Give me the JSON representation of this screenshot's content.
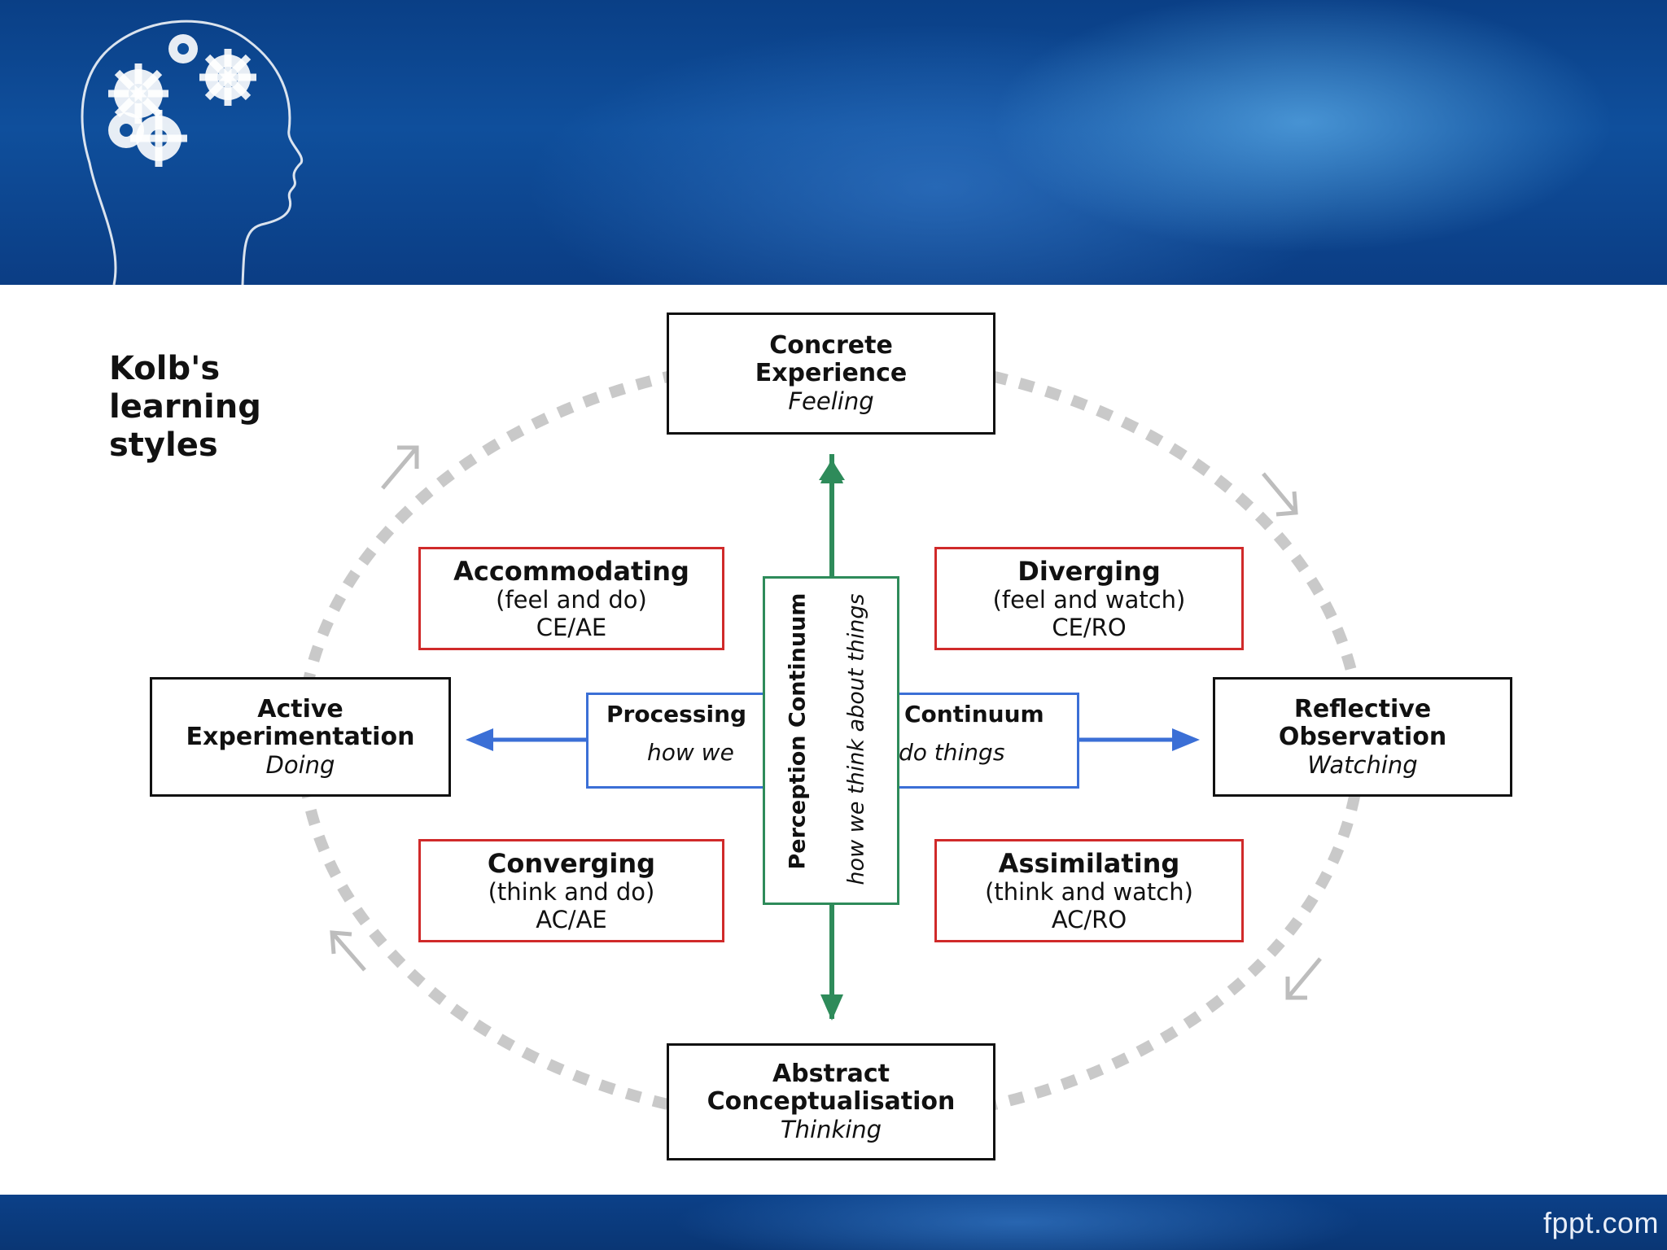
{
  "header": {
    "logo_icon": "head-with-gears-icon"
  },
  "title": "Kolb's learning styles",
  "nodes": {
    "top": {
      "name": "Concrete Experience",
      "line1": "Concrete",
      "line2": "Experience",
      "sub": "Feeling"
    },
    "bottom": {
      "name": "Abstract Conceptualisation",
      "line1": "Abstract",
      "line2": "Conceptualisation",
      "sub": "Thinking"
    },
    "left": {
      "name": "Active Experimentation",
      "line1": "Active",
      "line2": "Experimentation",
      "sub": "Doing"
    },
    "right": {
      "name": "Reflective Observation",
      "line1": "Reflective",
      "line2": "Observation",
      "sub": "Watching"
    }
  },
  "styles": {
    "accommodating": {
      "name": "Accommodating",
      "desc": "(feel and do)",
      "code": "CE/AE"
    },
    "diverging": {
      "name": "Diverging",
      "desc": "(feel and watch)",
      "code": "CE/RO"
    },
    "converging": {
      "name": "Converging",
      "desc": "(think and do)",
      "code": "AC/AE"
    },
    "assimilating": {
      "name": "Assimilating",
      "desc": "(think and watch)",
      "code": "AC/RO"
    }
  },
  "processing": {
    "left_bold": "Processing",
    "right_bold": "Continuum",
    "left_italic": "how we",
    "right_italic": "do things"
  },
  "perception": {
    "bold": "Perception Continuum",
    "italic": "how we think about things"
  },
  "colors": {
    "header_blue": "#0f4f9c",
    "style_box_red": "#d02a2a",
    "processing_blue": "#3b6fd6",
    "perception_green": "#2e8b5a",
    "cycle_gray": "#c8c8c8"
  },
  "footer": {
    "brand": "fppt.com"
  }
}
